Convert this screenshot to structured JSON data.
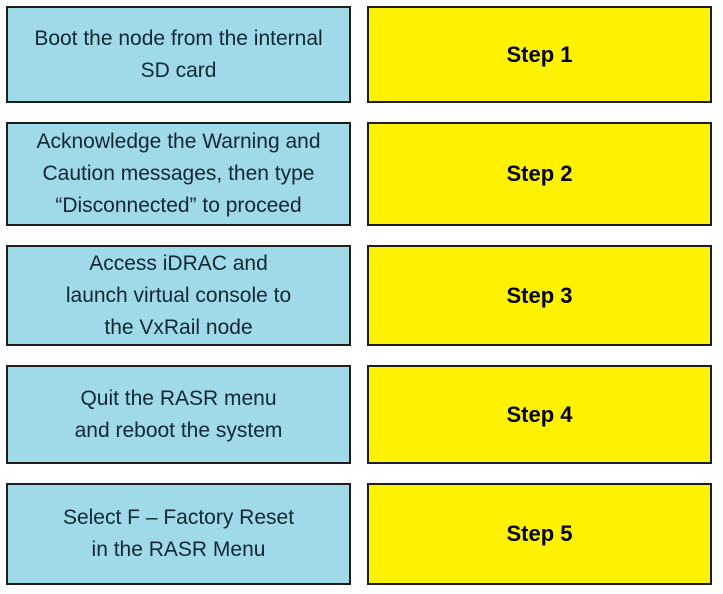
{
  "colors": {
    "page_bg": "#FFFFFF",
    "task_bg": "#A0D9E8",
    "task_border": "#1D1D1D",
    "task_text": "#102733",
    "step_bg": "#FFF200",
    "step_border": "#1D1D1D",
    "step_text": "#000000"
  },
  "rows": [
    {
      "task": "Boot the node from the internal\nSD card",
      "step": "Step 1"
    },
    {
      "task": "Acknowledge the Warning and\nCaution messages, then type\n“Disconnected” to proceed",
      "step": "Step 2"
    },
    {
      "task": "Access iDRAC and\nlaunch virtual console to\nthe VxRail node",
      "step": "Step 3"
    },
    {
      "task": "Quit the RASR menu\nand reboot the system",
      "step": "Step 4"
    },
    {
      "task": "Select F – Factory Reset\nin the RASR Menu",
      "step": "Step 5"
    }
  ]
}
